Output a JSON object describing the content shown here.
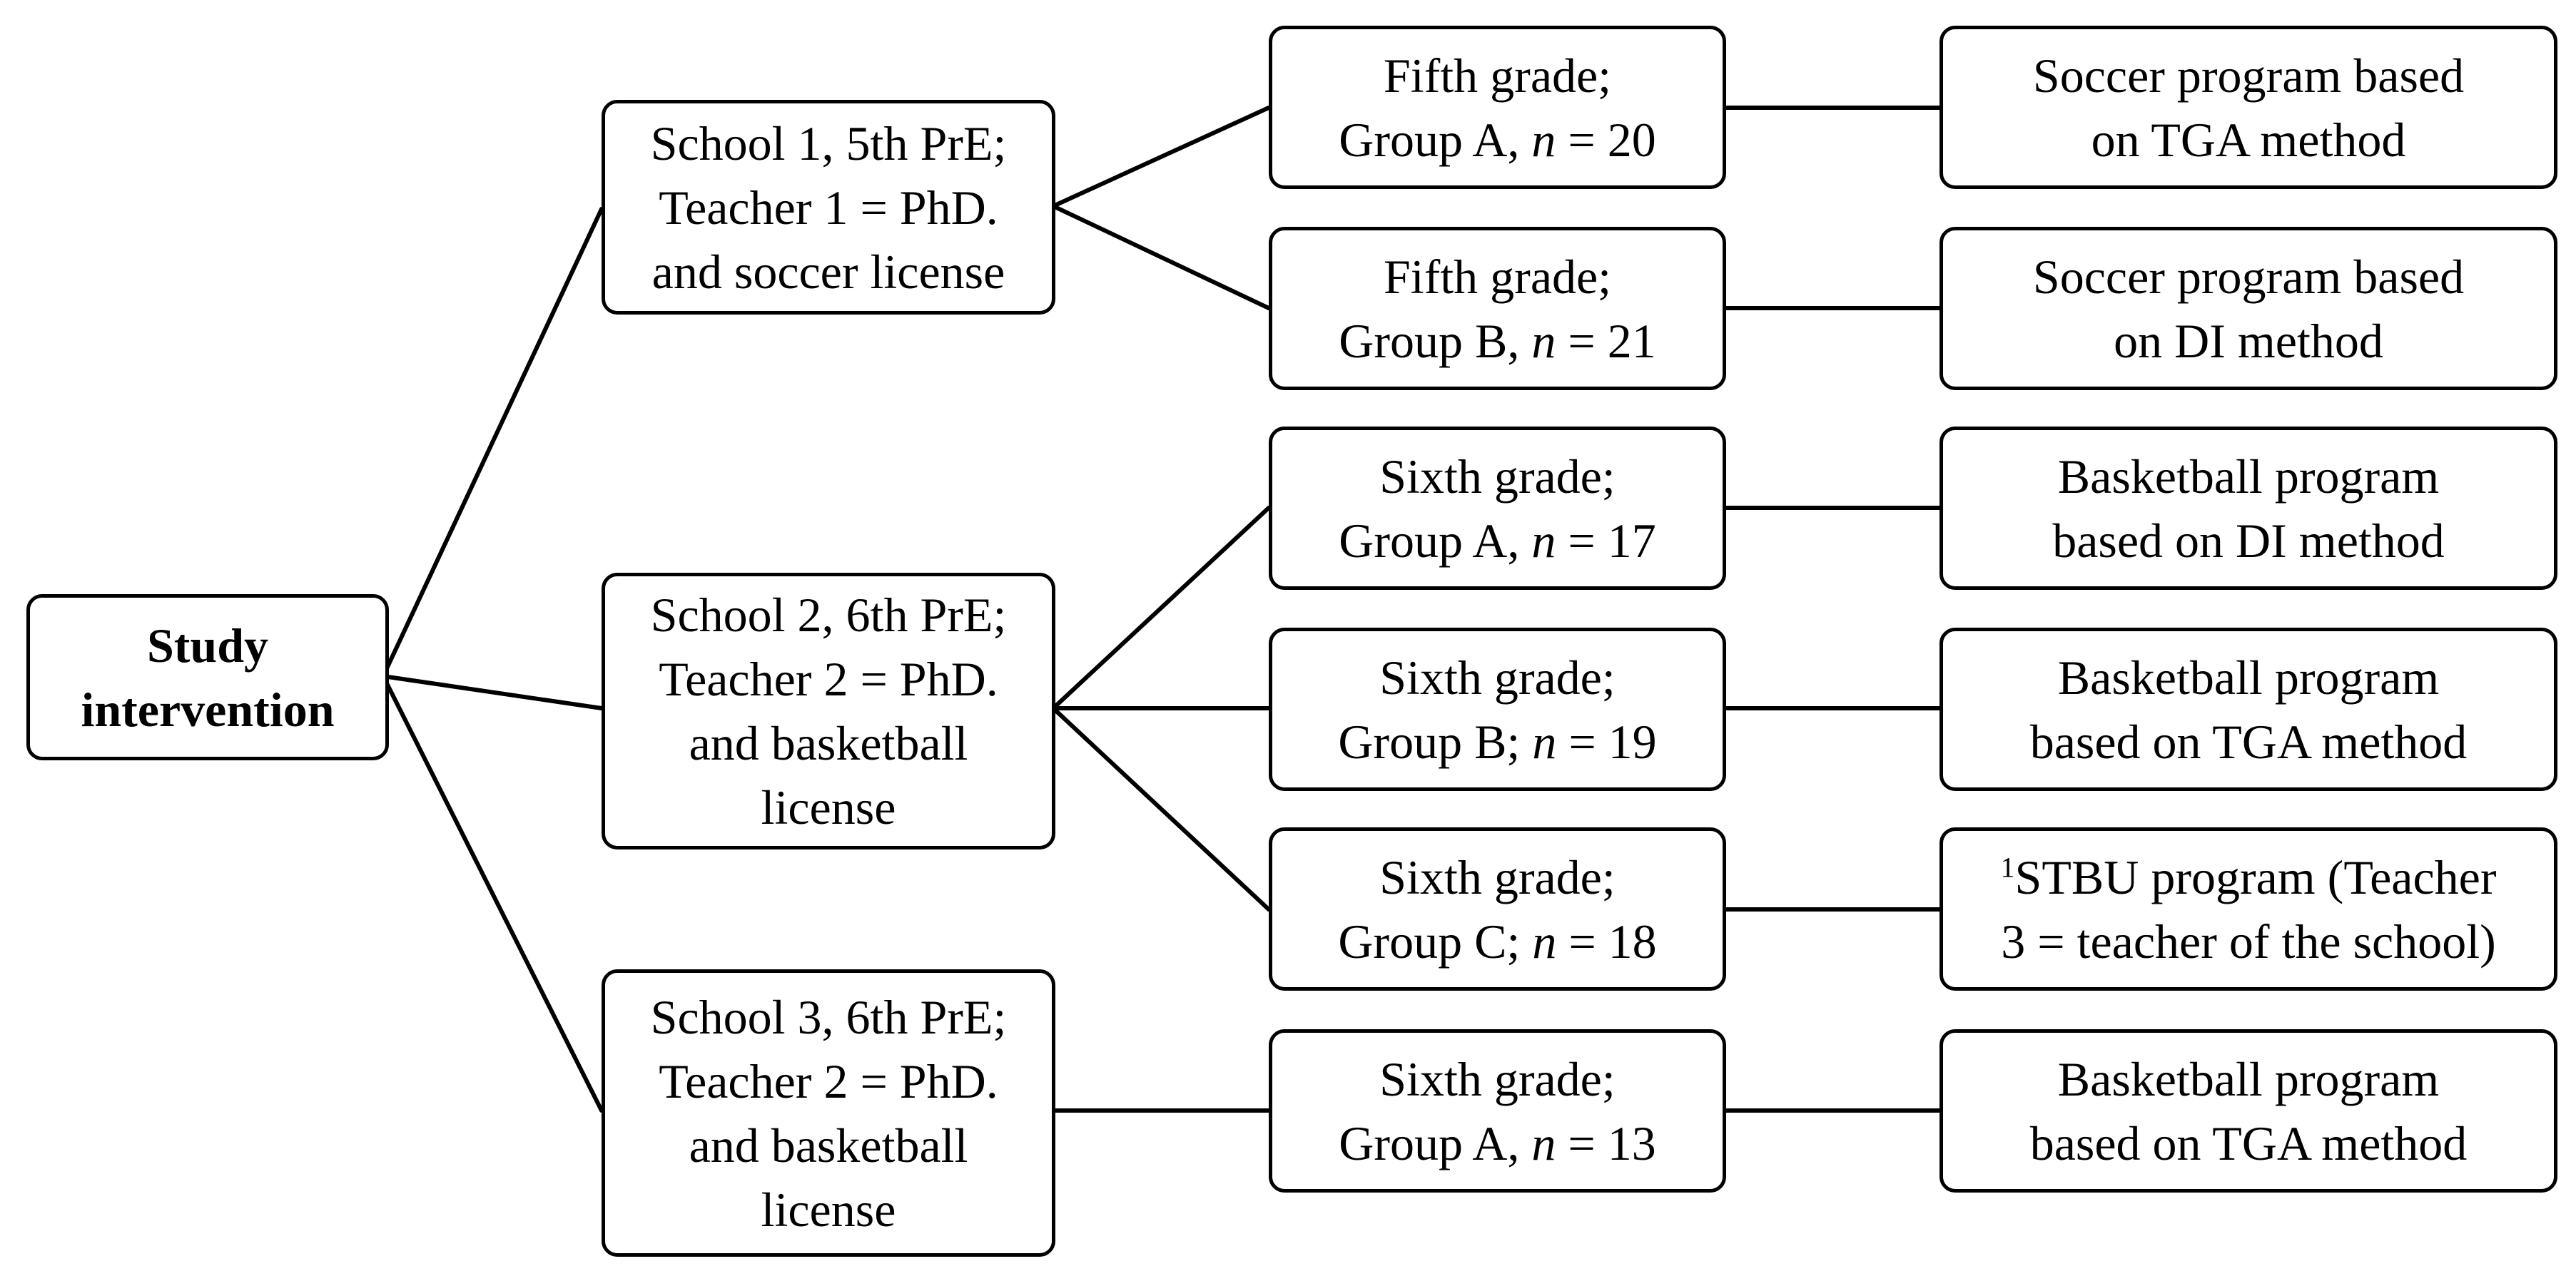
{
  "root": {
    "lines": [
      "Study",
      "intervention"
    ]
  },
  "schools": [
    {
      "lines": [
        "School 1, 5th PrE;",
        "Teacher 1 = PhD.",
        "and soccer license"
      ]
    },
    {
      "lines": [
        "School 2, 6th PrE;",
        "Teacher 2 = PhD.",
        "and basketball",
        "license"
      ]
    },
    {
      "lines": [
        "School 3, 6th PrE;",
        "Teacher 2 = PhD.",
        "and basketball",
        "license"
      ]
    }
  ],
  "groups": [
    {
      "grade": "Fifth grade;",
      "group": "Group A, ",
      "n_symbol": "n",
      "n_value": " = 20"
    },
    {
      "grade": "Fifth grade;",
      "group": "Group B, ",
      "n_symbol": "n",
      "n_value": " = 21"
    },
    {
      "grade": "Sixth grade;",
      "group": "Group A, ",
      "n_symbol": "n",
      "n_value": " = 17"
    },
    {
      "grade": "Sixth grade;",
      "group": "Group B; ",
      "n_symbol": "n",
      "n_value": " = 19"
    },
    {
      "grade": "Sixth grade;",
      "group": "Group C; ",
      "n_symbol": "n",
      "n_value": " = 18"
    },
    {
      "grade": "Sixth grade;",
      "group": "Group A, ",
      "n_symbol": "n",
      "n_value": " = 13"
    }
  ],
  "programs": [
    {
      "sup": "",
      "line1": "Soccer program based",
      "line2": "on TGA method"
    },
    {
      "sup": "",
      "line1": "Soccer program based",
      "line2": "on DI method"
    },
    {
      "sup": "",
      "line1": "Basketball program",
      "line2": "based on DI method"
    },
    {
      "sup": "",
      "line1": "Basketball program",
      "line2": "based on TGA method"
    },
    {
      "sup": "1",
      "line1": "STBU program (Teacher",
      "line2": "3 = teacher of the school)"
    },
    {
      "sup": "",
      "line1": "Basketball program",
      "line2": "based on TGA method"
    }
  ]
}
